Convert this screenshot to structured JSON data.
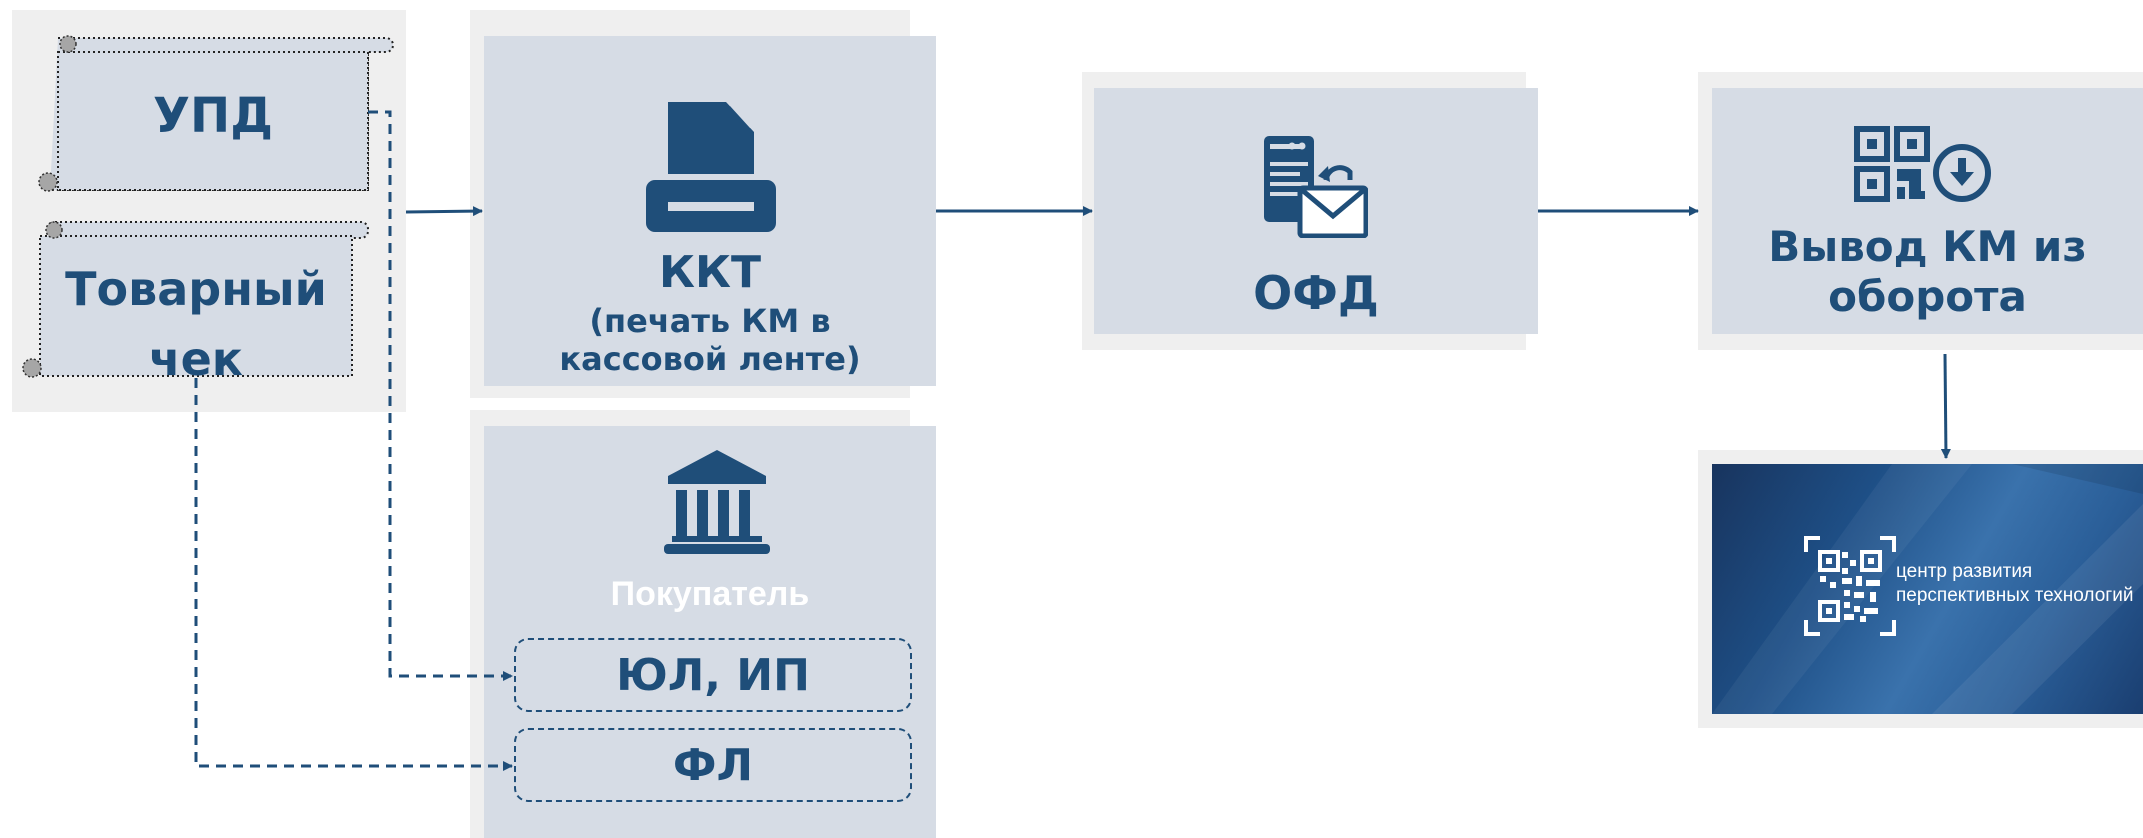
{
  "documents": {
    "upd_label": "УПД",
    "receipt_label": "Товарный чек"
  },
  "kkt": {
    "title": "ККТ",
    "subtitle": "(печать КМ в кассовой ленте)"
  },
  "buyer": {
    "title": "Покупатель",
    "legal_label": "ЮЛ, ИП",
    "individual_label": "ФЛ"
  },
  "ofd": {
    "title": "ОФД"
  },
  "withdrawal": {
    "title": "Вывод КМ из оборота"
  },
  "logo": {
    "line1": "центр развития",
    "line2": "перспективных технологий"
  },
  "colors": {
    "accent": "#1f4e79",
    "panel": "#d6dce5",
    "panel_shadow": "#efefef",
    "buyer_title": "#ffffff"
  }
}
